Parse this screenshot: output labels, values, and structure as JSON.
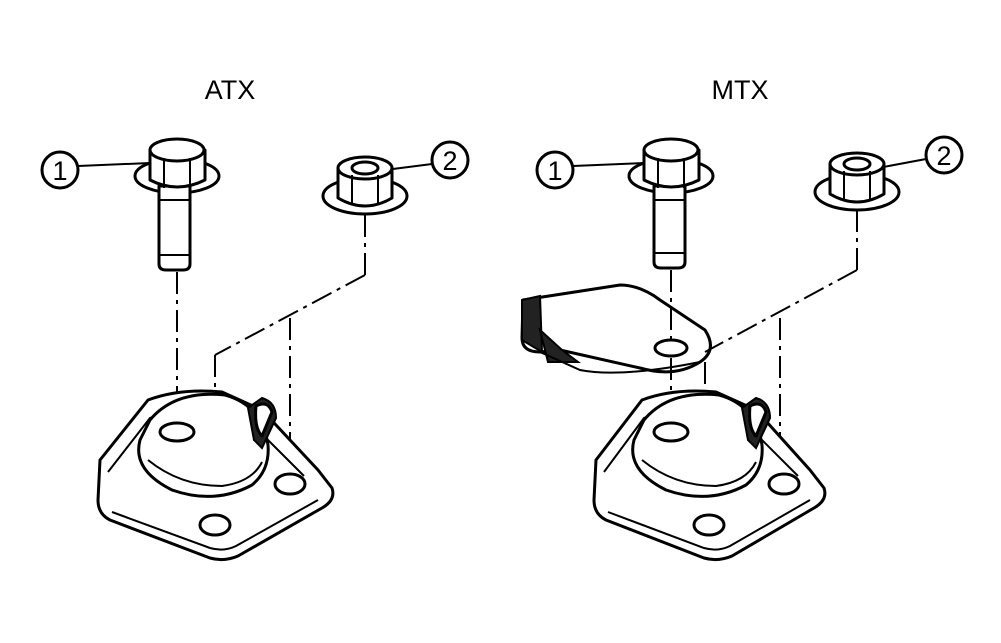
{
  "panels": [
    {
      "label": "ATX",
      "callouts": [
        "1",
        "2"
      ]
    },
    {
      "label": "MTX",
      "callouts": [
        "1",
        "2"
      ]
    }
  ],
  "colors": {
    "line": "#000000",
    "background": "#ffffff"
  }
}
